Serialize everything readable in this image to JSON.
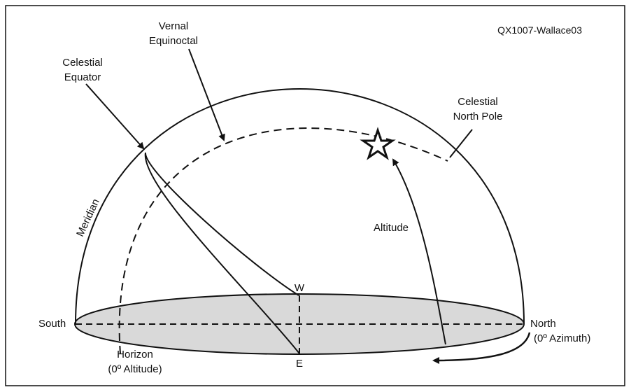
{
  "figure_id": "QX1007-Wallace03",
  "labels": {
    "vernal_line1": "Vernal",
    "vernal_line2": "Equinoctal",
    "celestial_equator_line1": "Celestial",
    "celestial_equator_line2": "Equator",
    "celestial_north_pole_line1": "Celestial",
    "celestial_north_pole_line2": "North Pole",
    "meridian": "Meridian",
    "altitude": "Altitude",
    "south": "South",
    "north": "North",
    "north_azimuth": "(0º Azimuth)",
    "horizon_line1": "Horizon",
    "horizon_line2": "(0º Altitude)",
    "west": "W",
    "east": "E"
  },
  "colors": {
    "stroke": "#111111",
    "horizon_fill": "#d9d9d9",
    "background": "#ffffff"
  },
  "icons": {
    "star": "star-outline-icon"
  }
}
